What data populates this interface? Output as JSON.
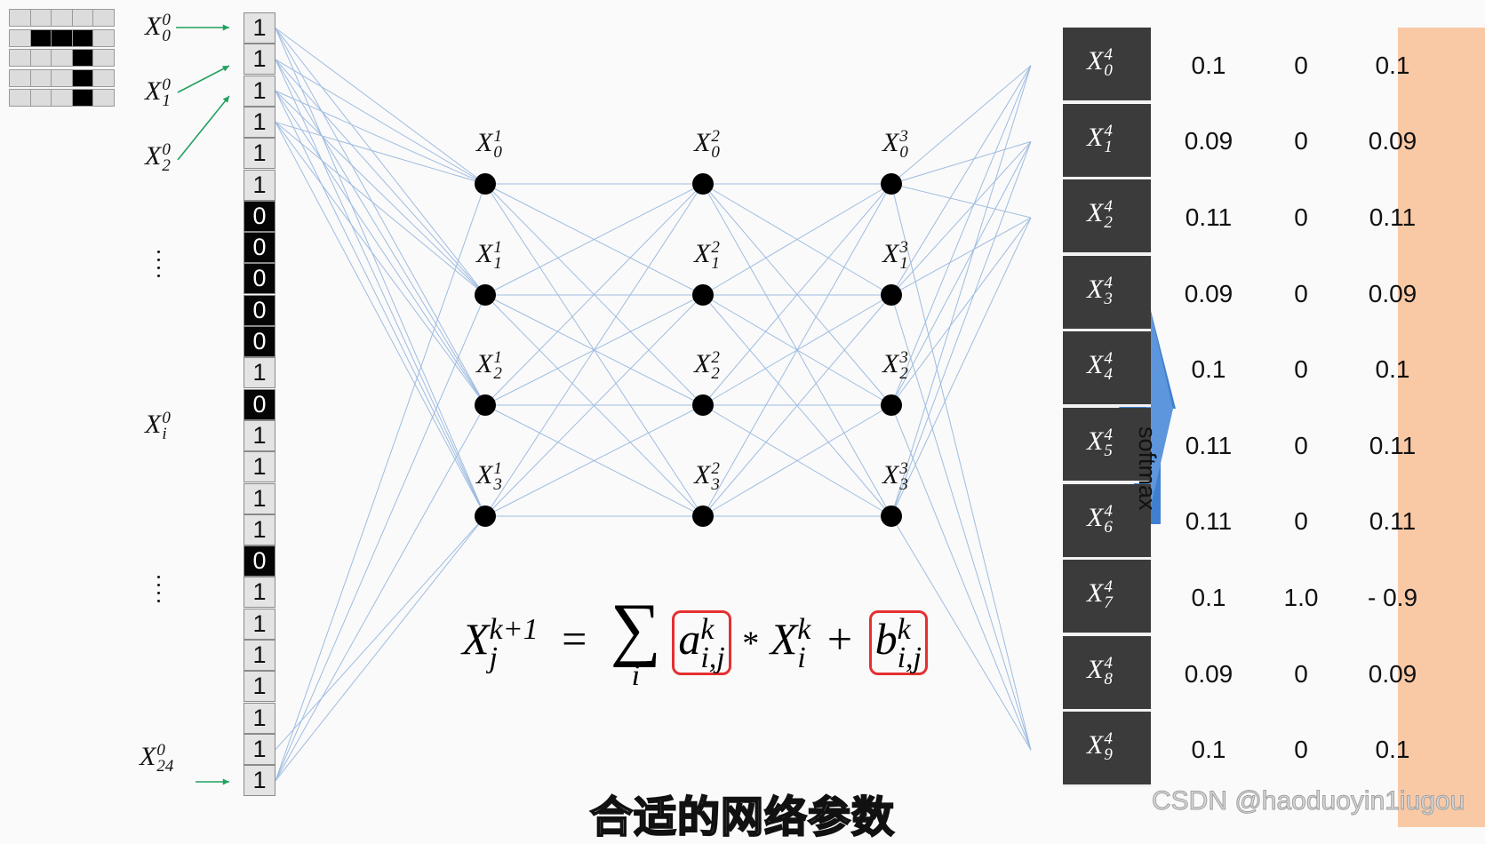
{
  "input": {
    "cells": [
      "1",
      "1",
      "1",
      "1",
      "1",
      "1",
      "0",
      "0",
      "0",
      "0",
      "0",
      "1",
      "0",
      "1",
      "1",
      "1",
      "1",
      "0",
      "1",
      "1",
      "1",
      "1",
      "1",
      "1",
      "1"
    ],
    "labels": {
      "x0": {
        "base": "X",
        "sup": "0",
        "sub": "0"
      },
      "x1": {
        "base": "X",
        "sup": "0",
        "sub": "1"
      },
      "x2": {
        "base": "X",
        "sup": "0",
        "sub": "2"
      },
      "xi": {
        "base": "X",
        "sup": "0",
        "sub": "i"
      },
      "x24": {
        "base": "X",
        "sup": "0",
        "sub": "24"
      }
    },
    "vdots": "⋮"
  },
  "pixel_image": {
    "rows": [
      [
        0,
        0,
        0,
        0,
        0
      ],
      [
        0,
        1,
        1,
        1,
        0
      ],
      [
        0,
        0,
        0,
        1,
        0
      ],
      [
        0,
        0,
        0,
        1,
        0
      ],
      [
        0,
        0,
        0,
        1,
        0
      ]
    ]
  },
  "layers": [
    {
      "nodes": [
        {
          "sup": "1",
          "sub": "0"
        },
        {
          "sup": "1",
          "sub": "1"
        },
        {
          "sup": "1",
          "sub": "2"
        },
        {
          "sup": "1",
          "sub": "3"
        }
      ]
    },
    {
      "nodes": [
        {
          "sup": "2",
          "sub": "0"
        },
        {
          "sup": "2",
          "sub": "1"
        },
        {
          "sup": "2",
          "sub": "2"
        },
        {
          "sup": "2",
          "sub": "3"
        }
      ]
    },
    {
      "nodes": [
        {
          "sup": "3",
          "sub": "0"
        },
        {
          "sup": "3",
          "sub": "1"
        },
        {
          "sup": "3",
          "sub": "2"
        },
        {
          "sup": "3",
          "sub": "3"
        }
      ]
    }
  ],
  "output": {
    "labels": [
      {
        "sup": "4",
        "sub": "0"
      },
      {
        "sup": "4",
        "sub": "1"
      },
      {
        "sup": "4",
        "sub": "2"
      },
      {
        "sup": "4",
        "sub": "3"
      },
      {
        "sup": "4",
        "sub": "4"
      },
      {
        "sup": "4",
        "sub": "5"
      },
      {
        "sup": "4",
        "sub": "6"
      },
      {
        "sup": "4",
        "sub": "7"
      },
      {
        "sup": "4",
        "sub": "8"
      },
      {
        "sup": "4",
        "sub": "9"
      }
    ],
    "softmax_label": "softmax",
    "probs": [
      "0.1",
      "0.09",
      "0.11",
      "0.09",
      "0.1",
      "0.11",
      "0.11",
      "0.1",
      "0.09",
      "0.1"
    ],
    "targets": [
      "0",
      "0",
      "0",
      "0",
      "0",
      "0",
      "0",
      "1.0",
      "0",
      "0"
    ],
    "diffs": [
      "0.1",
      "0.09",
      "0.11",
      "0.09",
      "0.1",
      "0.11",
      "0.11",
      "- 0.9",
      "0.09",
      "0.1"
    ]
  },
  "formula": {
    "lhs": "X",
    "lhs_sub": "j",
    "lhs_sup": "k+1",
    "eq": "=",
    "sum": "∑",
    "sum_sub": "i",
    "a": "a",
    "a_sub": "i,j",
    "a_sup": "k",
    "times": "*",
    "x": "X",
    "x_sub": "i",
    "x_sup": "k",
    "plus": "+",
    "b": "b",
    "b_sub": "i,j",
    "b_sup": "k"
  },
  "colors": {
    "lines": "#9fbce0",
    "arrows": "#22a060",
    "softmax_arrow": "#3f7fd0",
    "orange": "#f9c9a6",
    "box_red": "#e53030"
  },
  "subtitle": "合适的网络参数",
  "watermark": "CSDN @haoduoyin1iugou"
}
